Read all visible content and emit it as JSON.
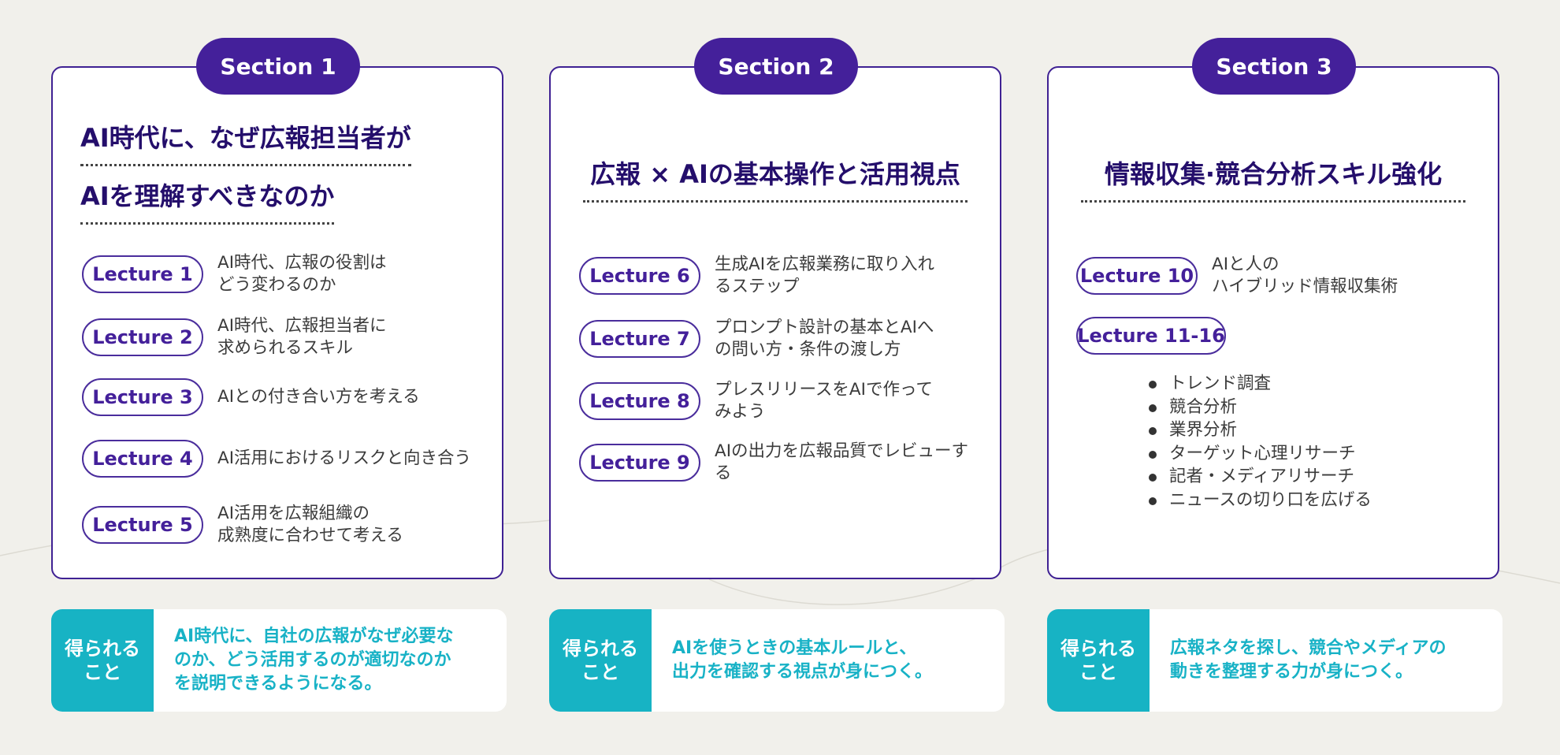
{
  "sections": [
    {
      "label": "Section 1",
      "title_lines": [
        "AI時代に、なぜ広報担当者が",
        "AIを理解すべきなのか"
      ],
      "lectures": [
        {
          "label": "Lecture 1",
          "desc": "AI時代、広報の役割は\nどう変わるのか"
        },
        {
          "label": "Lecture 2",
          "desc": "AI時代、広報担当者に\n求められるスキル"
        },
        {
          "label": "Lecture 3",
          "desc": "AIとの付き合い方を考える"
        },
        {
          "label": "Lecture 4",
          "desc": "AI活用におけるリスクと向き合う"
        },
        {
          "label": "Lecture 5",
          "desc": "AI活用を広報組織の\n成熟度に合わせて考える"
        }
      ],
      "benefit_label": "得られる\nこと",
      "benefit_text": "AI時代に、自社の広報がなぜ必要な\nのか、どう活用するのが適切なのか\nを説明できるようになる。"
    },
    {
      "label": "Section 2",
      "title_lines": [
        "広報 × AIの基本操作と活用視点"
      ],
      "lectures": [
        {
          "label": "Lecture 6",
          "desc": "生成AIを広報業務に取り入れ\nるステップ"
        },
        {
          "label": "Lecture 7",
          "desc": "プロンプト設計の基本とAIへ\nの問い方・条件の渡し方"
        },
        {
          "label": "Lecture 8",
          "desc": "プレスリリースをAIで作って\nみよう"
        },
        {
          "label": "Lecture 9",
          "desc": "AIの出力を広報品質でレビューす\nる"
        }
      ],
      "benefit_label": "得られる\nこと",
      "benefit_text": "AIを使うときの基本ルールと、\n出力を確認する視点が身につく。"
    },
    {
      "label": "Section 3",
      "title_lines": [
        "情報収集·競合分析スキル強化"
      ],
      "lectures": [
        {
          "label": "Lecture 10",
          "desc": "AIと人の\nハイブリッド情報収集術"
        },
        {
          "label": "Lecture 11-16",
          "desc": ""
        }
      ],
      "bullets": [
        "トレンド調査",
        "競合分析",
        "業界分析",
        "ターゲット心理リサーチ",
        "記者・メディアリサーチ",
        "ニュースの切り口を広げる"
      ],
      "benefit_label": "得られる\nこと",
      "benefit_text": "広報ネタを探し、競合やメディアの\n動きを整理する力が身につく。"
    }
  ],
  "colors": {
    "background": "#f1f0eb",
    "card_border": "#3f2193",
    "section_pill": "#44209a",
    "title": "#240e6b",
    "benefit_label_bg": "#17b3c4",
    "benefit_text": "#18b2c6"
  }
}
